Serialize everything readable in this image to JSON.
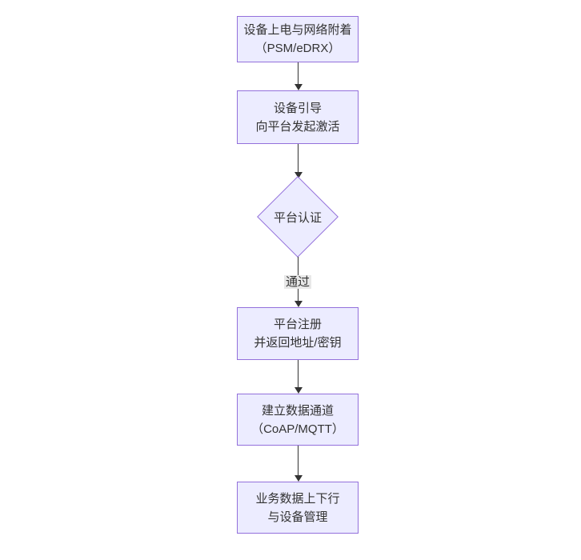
{
  "diagram": {
    "type": "flowchart",
    "direction": "top-down",
    "colors": {
      "canvas_bg": "#ffffff",
      "node_fill": "#ececff",
      "node_border": "#9370db",
      "line_color": "#333333",
      "text_color": "#333333",
      "edge_label_bg": "#e8e8e8"
    },
    "nodes": [
      {
        "id": "power-attach",
        "shape": "rectangle",
        "lines": [
          "设备上电与网络附着",
          "（PSM/eDRX）"
        ]
      },
      {
        "id": "bootstrap",
        "shape": "rectangle",
        "lines": [
          "设备引导",
          "向平台发起激活"
        ]
      },
      {
        "id": "platform-auth",
        "shape": "diamond",
        "lines": [
          "平台认证"
        ]
      },
      {
        "id": "platform-register",
        "shape": "rectangle",
        "lines": [
          "平台注册",
          "并返回地址/密钥"
        ]
      },
      {
        "id": "data-channel",
        "shape": "rectangle",
        "lines": [
          "建立数据通道",
          "（CoAP/MQTT）"
        ]
      },
      {
        "id": "business-data",
        "shape": "rectangle",
        "lines": [
          "业务数据上下行",
          "与设备管理"
        ]
      }
    ],
    "edges": [
      {
        "from": "power-attach",
        "to": "bootstrap",
        "label": ""
      },
      {
        "from": "bootstrap",
        "to": "platform-auth",
        "label": ""
      },
      {
        "from": "platform-auth",
        "to": "platform-register",
        "label": "通过"
      },
      {
        "from": "platform-register",
        "to": "data-channel",
        "label": ""
      },
      {
        "from": "data-channel",
        "to": "business-data",
        "label": ""
      }
    ]
  }
}
